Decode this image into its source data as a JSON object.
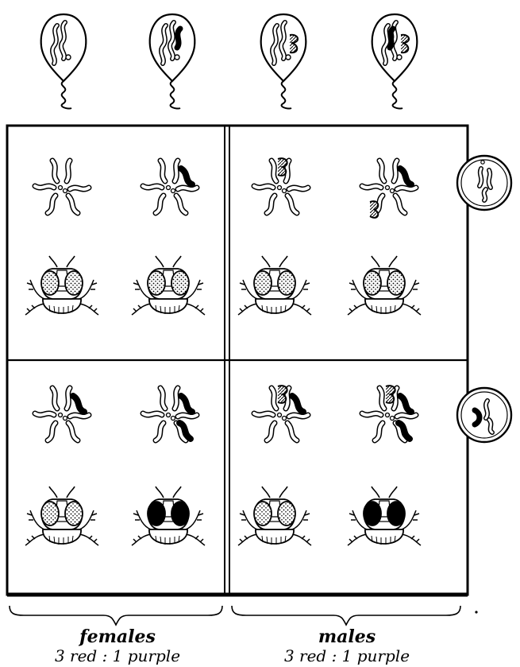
{
  "colors": {
    "ink": "#000000",
    "paper": "#ffffff"
  },
  "bottom_labels": {
    "females": "females",
    "females_ratio": "3 red : 1 purple",
    "males": "males",
    "males_ratio": "3 red : 1 purple"
  },
  "icons": {
    "sperm": "sperm-icon",
    "egg": "egg-icon",
    "chromosome_set": "chromosome-set-icon",
    "fly_head": "fly-head-icon"
  },
  "grid": {
    "columns": [
      "female-x",
      "female-y",
      "male-x",
      "male-y"
    ],
    "rows": [
      "egg-row-1",
      "egg-row-2"
    ],
    "eye_colors": [
      [
        "red",
        "red",
        "red",
        "red"
      ],
      [
        "red",
        "purple",
        "red",
        "purple"
      ]
    ]
  }
}
